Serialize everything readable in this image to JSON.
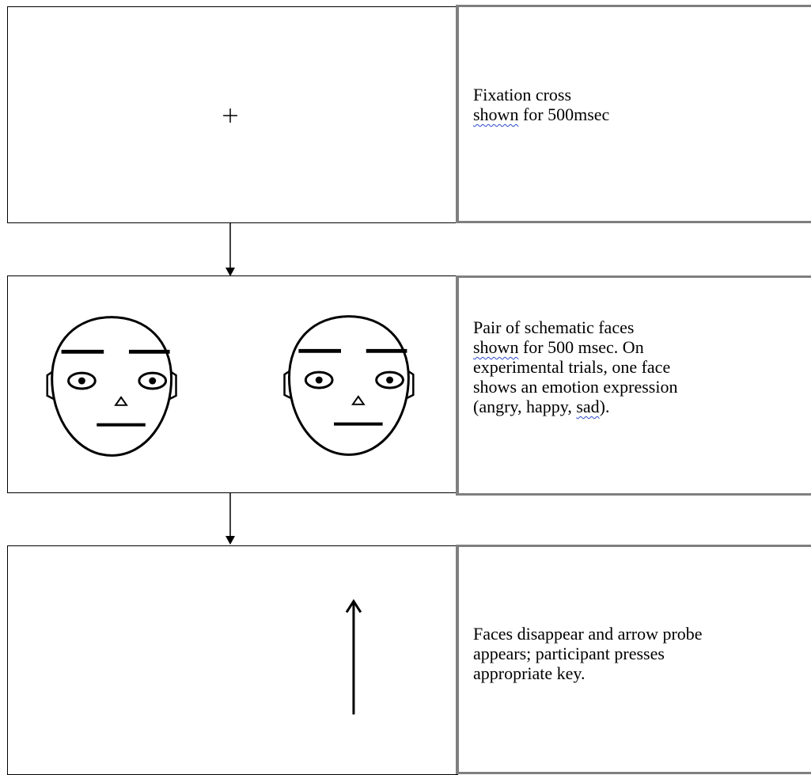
{
  "steps": [
    {
      "stimulus": "fixation-cross",
      "caption_lines": [
        [
          {
            "text": "Fixation cross"
          }
        ],
        [
          {
            "text": "shown",
            "spell": true
          },
          {
            "text": " for 500msec"
          }
        ]
      ]
    },
    {
      "stimulus": "schematic-faces",
      "caption_lines": [
        [
          {
            "text": "Pair of schematic faces"
          }
        ],
        [
          {
            "text": "shown",
            "spell": true
          },
          {
            "text": " for 500 msec. On"
          }
        ],
        [
          {
            "text": "experimental trials, one face"
          }
        ],
        [
          {
            "text": "shows an emotion expression"
          }
        ],
        [
          {
            "text": "(angry, happy, "
          },
          {
            "text": "sad",
            "spell": true
          },
          {
            "text": ")."
          }
        ]
      ]
    },
    {
      "stimulus": "arrow-probe",
      "probe_direction": "up",
      "caption_lines": [
        [
          {
            "text": "Faces disappear and arrow probe"
          }
        ],
        [
          {
            "text": "appears; participant presses"
          }
        ],
        [
          {
            "text": "appropriate key."
          }
        ]
      ]
    }
  ],
  "colors": {
    "stimulus_border": "#000000",
    "caption_border": "#7f7f7f",
    "spellcheck_underline": "#2b4acb"
  },
  "icons": [
    "fixation-cross-icon",
    "schematic-face-icon",
    "arrow-probe-icon",
    "down-arrow-icon"
  ]
}
